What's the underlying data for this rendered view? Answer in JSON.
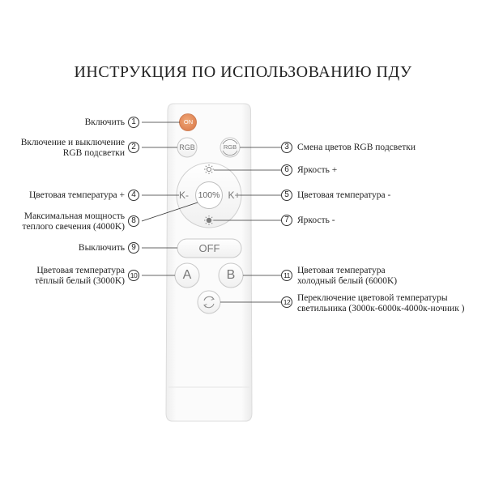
{
  "title": "ИНСТРУКЦИЯ ПО ИСПОЛЬЗОВАНИЮ ПДУ",
  "remote": {
    "on": "ON",
    "rgb": "RGB",
    "rgb_cycle": "RGB",
    "k_minus": "K-",
    "percent": "100%",
    "k_plus": "K+",
    "off": "OFF",
    "a": "A",
    "b": "B"
  },
  "callouts": [
    {
      "num": "1",
      "text": "Включить"
    },
    {
      "num": "2",
      "line1": "Включение и выключение",
      "line2": "RGB подсветки"
    },
    {
      "num": "3",
      "text": "Смена цветов RGB подсветки"
    },
    {
      "num": "4",
      "text": "Цветовая температура +"
    },
    {
      "num": "5",
      "text": "Цветовая температура -"
    },
    {
      "num": "6",
      "text": "Яркость +"
    },
    {
      "num": "7",
      "text": "Яркость -"
    },
    {
      "num": "8",
      "line1": "Максимальная мощность",
      "line2": "теплого свечения (4000K)"
    },
    {
      "num": "9",
      "text": "Выключить"
    },
    {
      "num": "10",
      "line1": "Цветовая температура",
      "line2": "тёплый белый (3000K)"
    },
    {
      "num": "11",
      "line1": "Цветовая температура",
      "line2": "холодный белый (6000K)"
    },
    {
      "num": "12",
      "line1": "Переключение цветовой температуры",
      "line2": "светильника  (3000к-6000к-4000к-ночник  )"
    }
  ]
}
